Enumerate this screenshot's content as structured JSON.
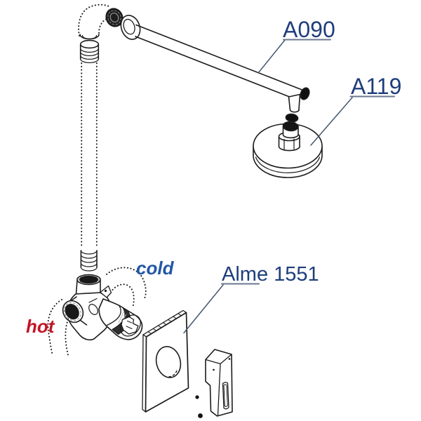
{
  "diagram": {
    "background": "#ffffff",
    "line_color": "#1c1c1c",
    "leader_line_color": "#44586f",
    "underline_color": "#6a7890",
    "labels": {
      "shower_arm": {
        "text": "A090",
        "color": "#1e3d7b"
      },
      "shower_head": {
        "text": "A119",
        "color": "#1e3d7b"
      },
      "mixer_trim": {
        "text": "Alme 1551",
        "color": "#1e3d7b"
      },
      "cold_inlet": {
        "text": "cold",
        "color": "#2257a6"
      },
      "hot_inlet": {
        "text": "hot",
        "color": "#c41425"
      }
    }
  }
}
